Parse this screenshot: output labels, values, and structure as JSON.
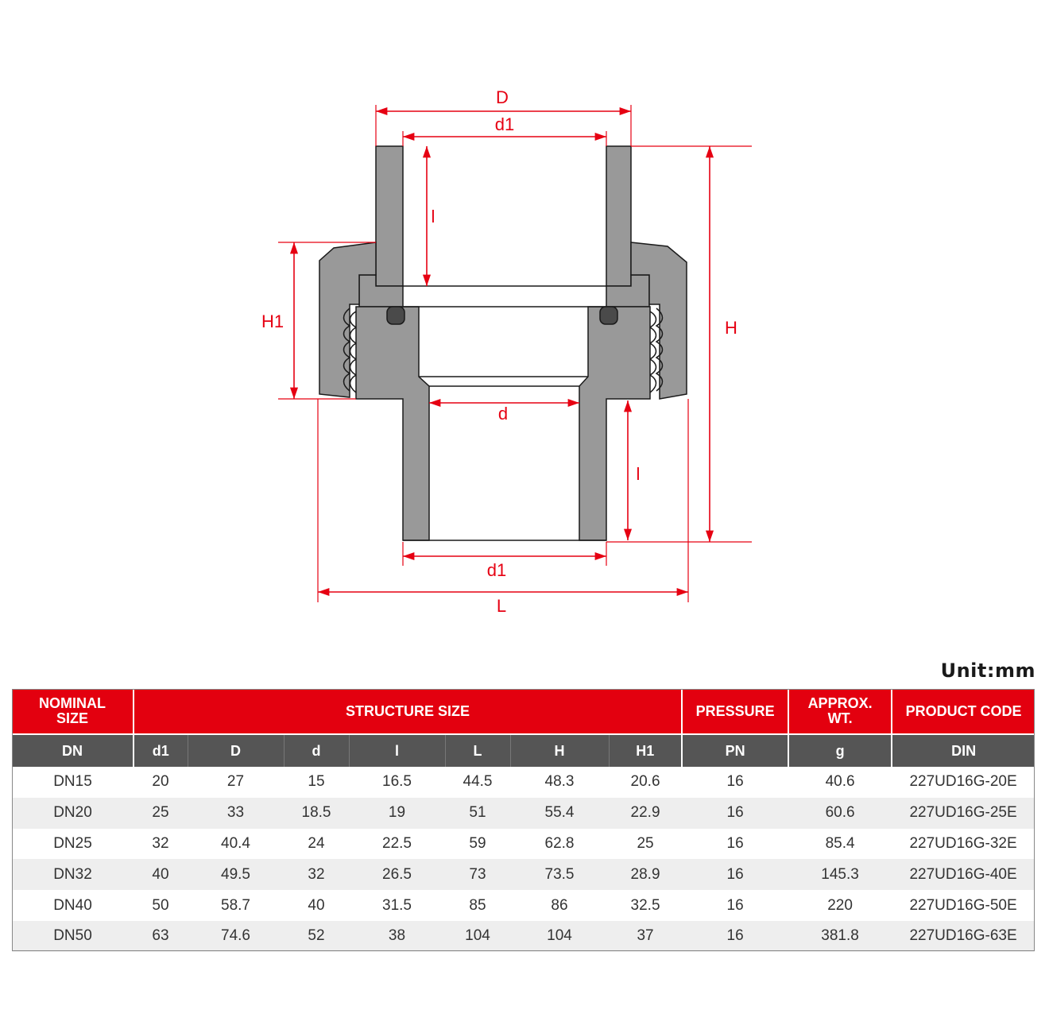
{
  "drawing": {
    "labels": {
      "D": "D",
      "d1_top": "d1",
      "l_top": "l",
      "H1": "H1",
      "H": "H",
      "d": "d",
      "l_bottom": "l",
      "d1_bottom": "d1",
      "L": "L"
    },
    "colors": {
      "dimension": "#e60012",
      "body": "#999999",
      "outline": "#1a1a1a"
    }
  },
  "unit": "Unit:mm",
  "table": {
    "header_top": {
      "nominal_size": "NOMINAL SIZE",
      "structure_size": "STRUCTURE SIZE",
      "pressure": "PRESSURE",
      "approx_wt": "APPROX. WT.",
      "product_code": "PRODUCT CODE"
    },
    "header_sub": [
      "DN",
      "d1",
      "D",
      "d",
      "l",
      "L",
      "H",
      "H1",
      "PN",
      "g",
      "DIN"
    ],
    "rows": [
      [
        "DN15",
        "20",
        "27",
        "15",
        "16.5",
        "44.5",
        "48.3",
        "20.6",
        "16",
        "40.6",
        "227UD16G-20E"
      ],
      [
        "DN20",
        "25",
        "33",
        "18.5",
        "19",
        "51",
        "55.4",
        "22.9",
        "16",
        "60.6",
        "227UD16G-25E"
      ],
      [
        "DN25",
        "32",
        "40.4",
        "24",
        "22.5",
        "59",
        "62.8",
        "25",
        "16",
        "85.4",
        "227UD16G-32E"
      ],
      [
        "DN32",
        "40",
        "49.5",
        "32",
        "26.5",
        "73",
        "73.5",
        "28.9",
        "16",
        "145.3",
        "227UD16G-40E"
      ],
      [
        "DN40",
        "50",
        "58.7",
        "40",
        "31.5",
        "85",
        "86",
        "32.5",
        "16",
        "220",
        "227UD16G-50E"
      ],
      [
        "DN50",
        "63",
        "74.6",
        "52",
        "38",
        "104",
        "104",
        "37",
        "16",
        "381.8",
        "227UD16G-63E"
      ]
    ],
    "colors": {
      "header_top_bg": "#e3000f",
      "header_sub_bg": "#555555",
      "row_alt_bg": "#eeeeee"
    }
  }
}
